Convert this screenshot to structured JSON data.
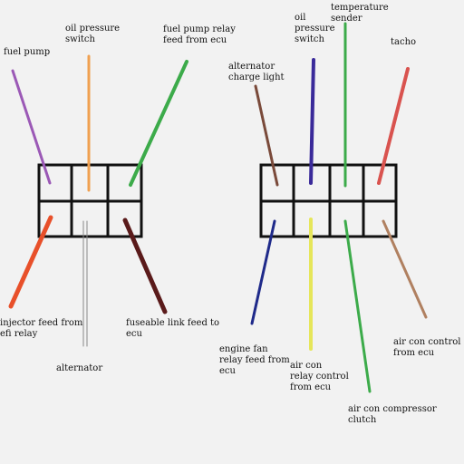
{
  "labels": {
    "fuel_pump": "fuel pump",
    "oil_pressure_switch_left": "oil pressure\nswitch",
    "fuel_pump_relay": "fuel pump relay\nfeed from ecu",
    "injector_feed": "injector feed from\nefi relay",
    "alternator": "alternator",
    "fuseable_link": "fuseable link feed to\necu",
    "alternator_charge_light": "alternator\ncharge light",
    "oil_pressure_switch_right": "oil\npressure\nswitch",
    "temperature_sender": "temperature\nsender",
    "tacho": "tacho",
    "engine_fan": "engine fan\nrelay feed from\necu",
    "air_con_relay": "air con\nrelay control\nfrom ecu",
    "air_con_compressor": "air con compressor\nclutch",
    "air_con_control": "air con control\nfrom ecu"
  },
  "wire_colors": {
    "fuel_pump": "#9b59b6",
    "oil_pressure_switch_left": "#f0a050",
    "fuel_pump_relay": "#3cab4a",
    "injector_feed": "#e8502a",
    "alternator": "#888888",
    "fuseable_link": "#5a1a1a",
    "alternator_charge_light": "#7a4a3a",
    "oil_pressure_switch_right": "#3a2a9a",
    "temperature_sender": "#3cab4a",
    "tacho": "#d9534f",
    "engine_fan": "#1f2a8a",
    "air_con_relay": "#e6e65a",
    "air_con_compressor": "#3cab4a",
    "air_con_control": "#b08060"
  }
}
